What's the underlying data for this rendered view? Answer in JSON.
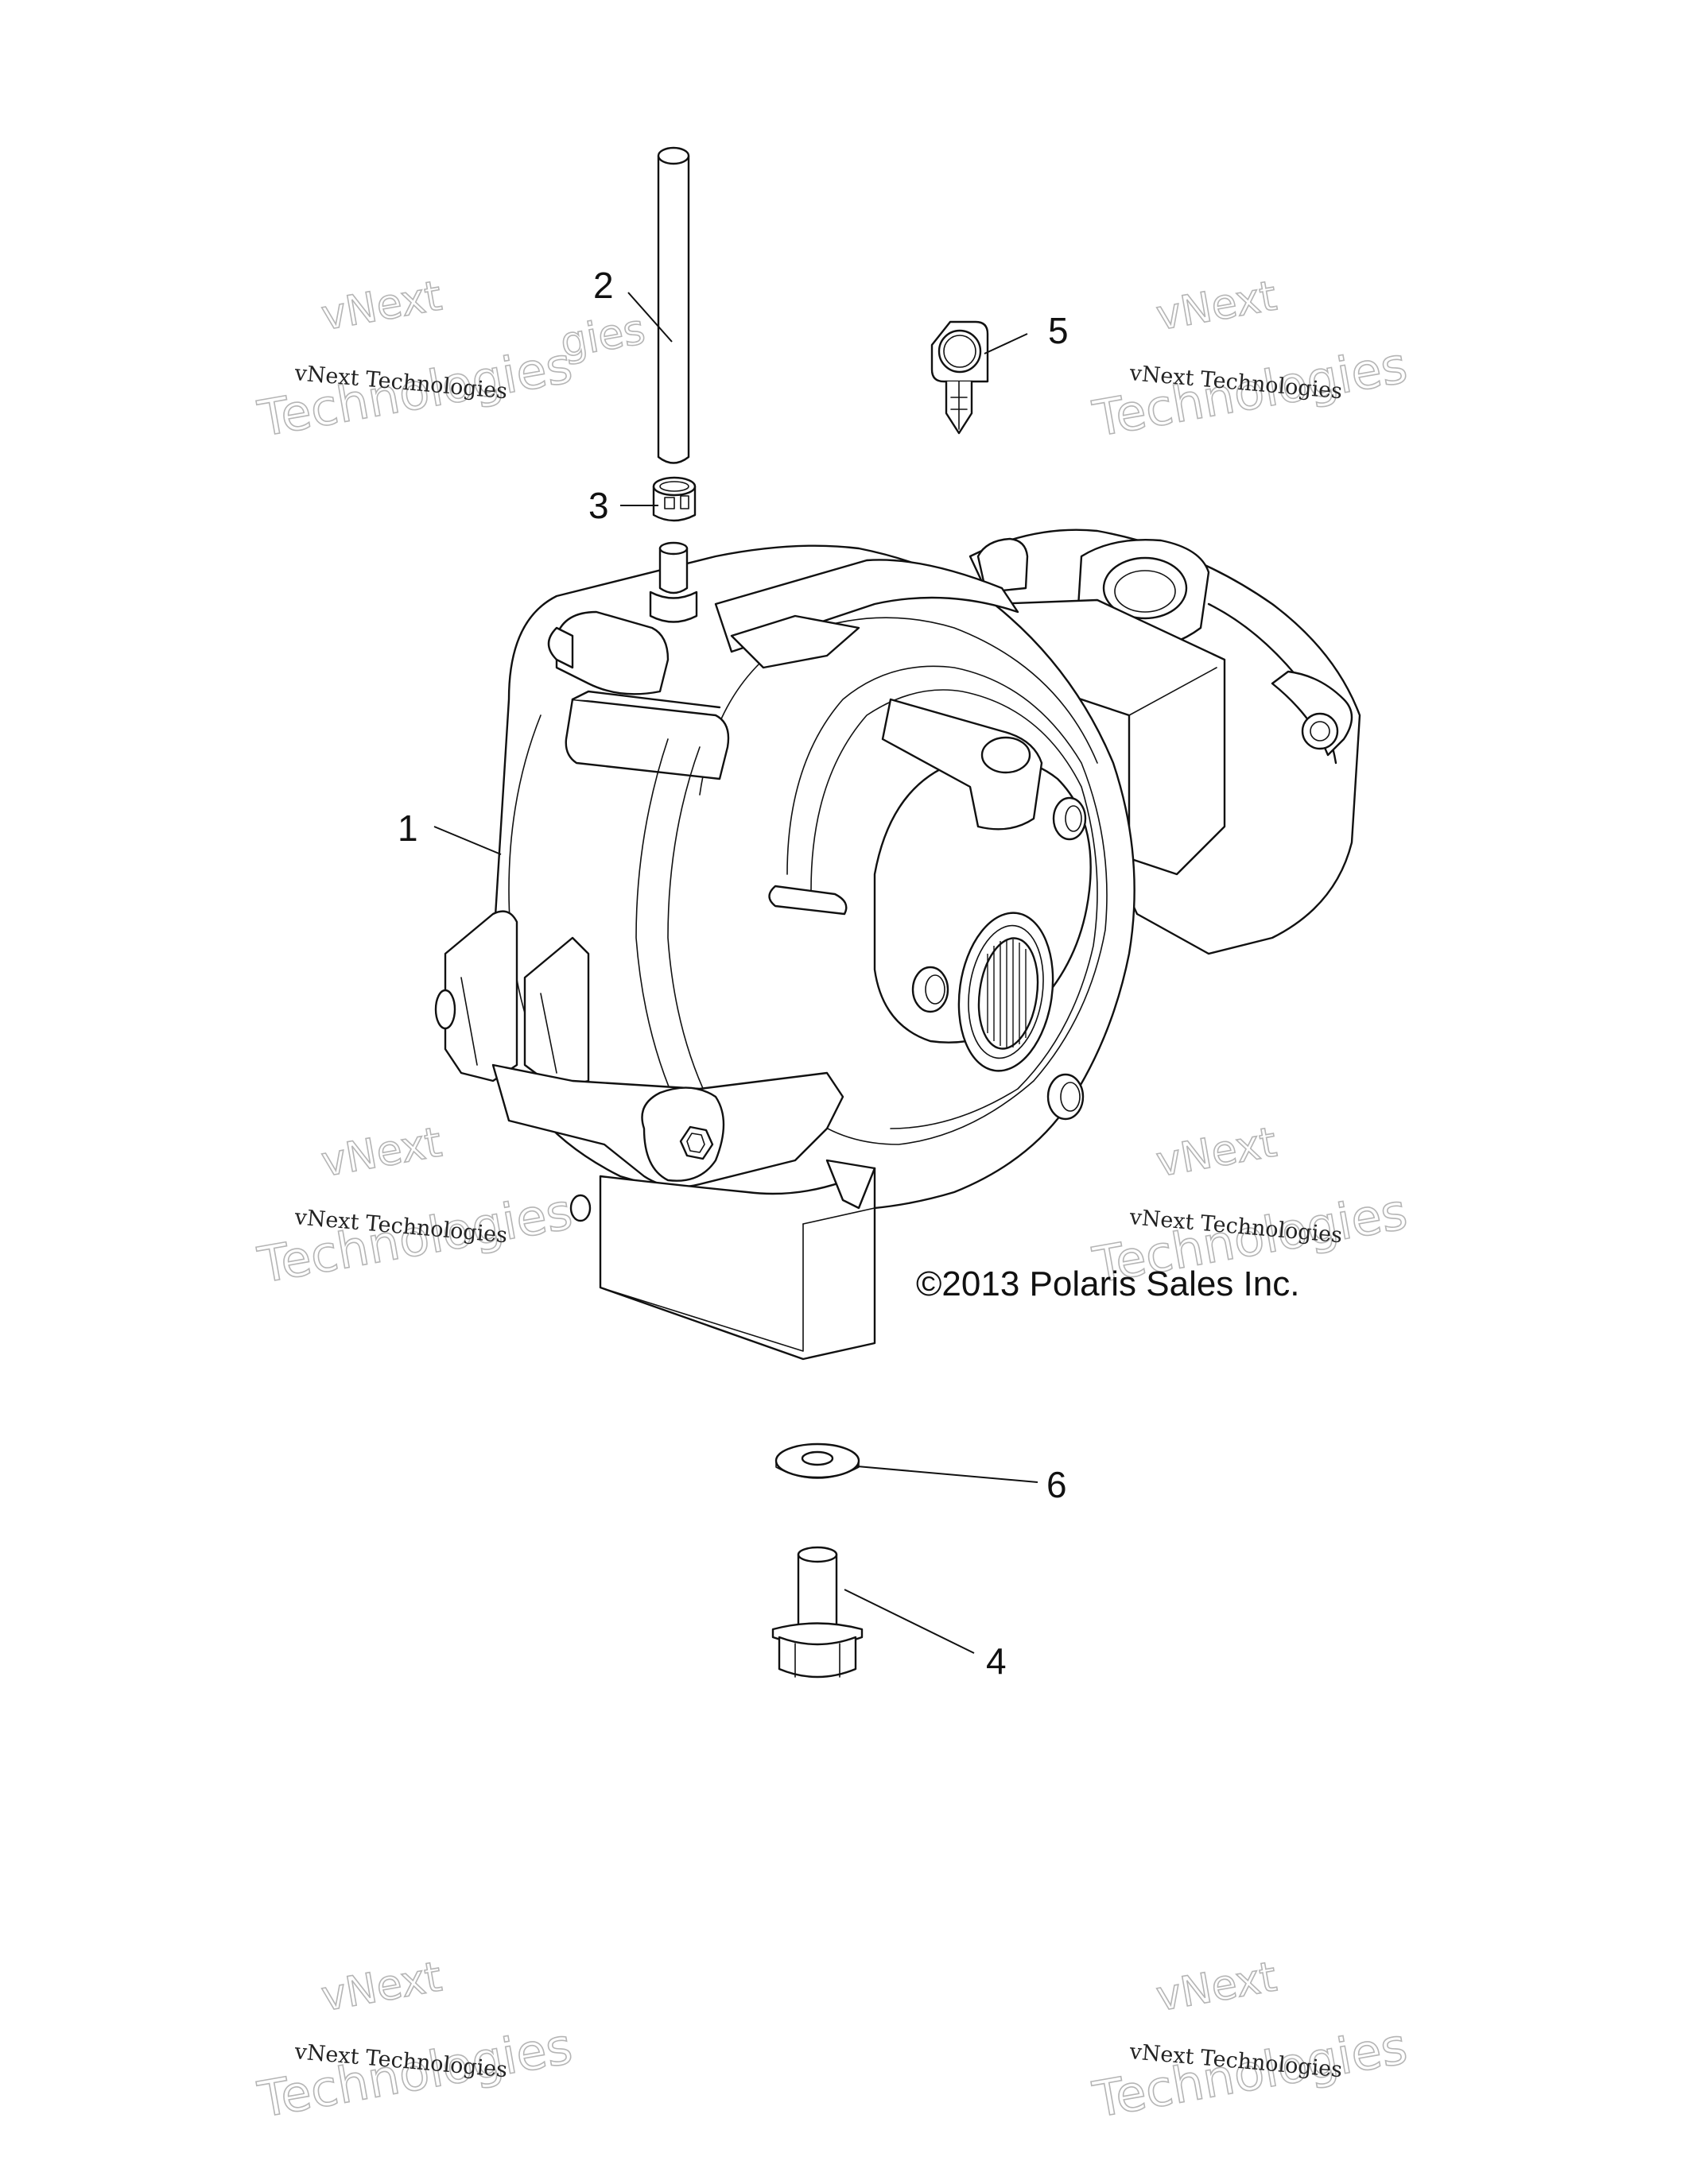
{
  "diagram": {
    "copyright": "©2013 Polaris Sales Inc.",
    "callouts": {
      "c1": "1",
      "c2": "2",
      "c3": "3",
      "c4": "4",
      "c5": "5",
      "c6": "6"
    },
    "watermark": {
      "line_small": "vNext Technologies",
      "outline_word1": "vNext",
      "outline_word2": "Technologies"
    }
  }
}
